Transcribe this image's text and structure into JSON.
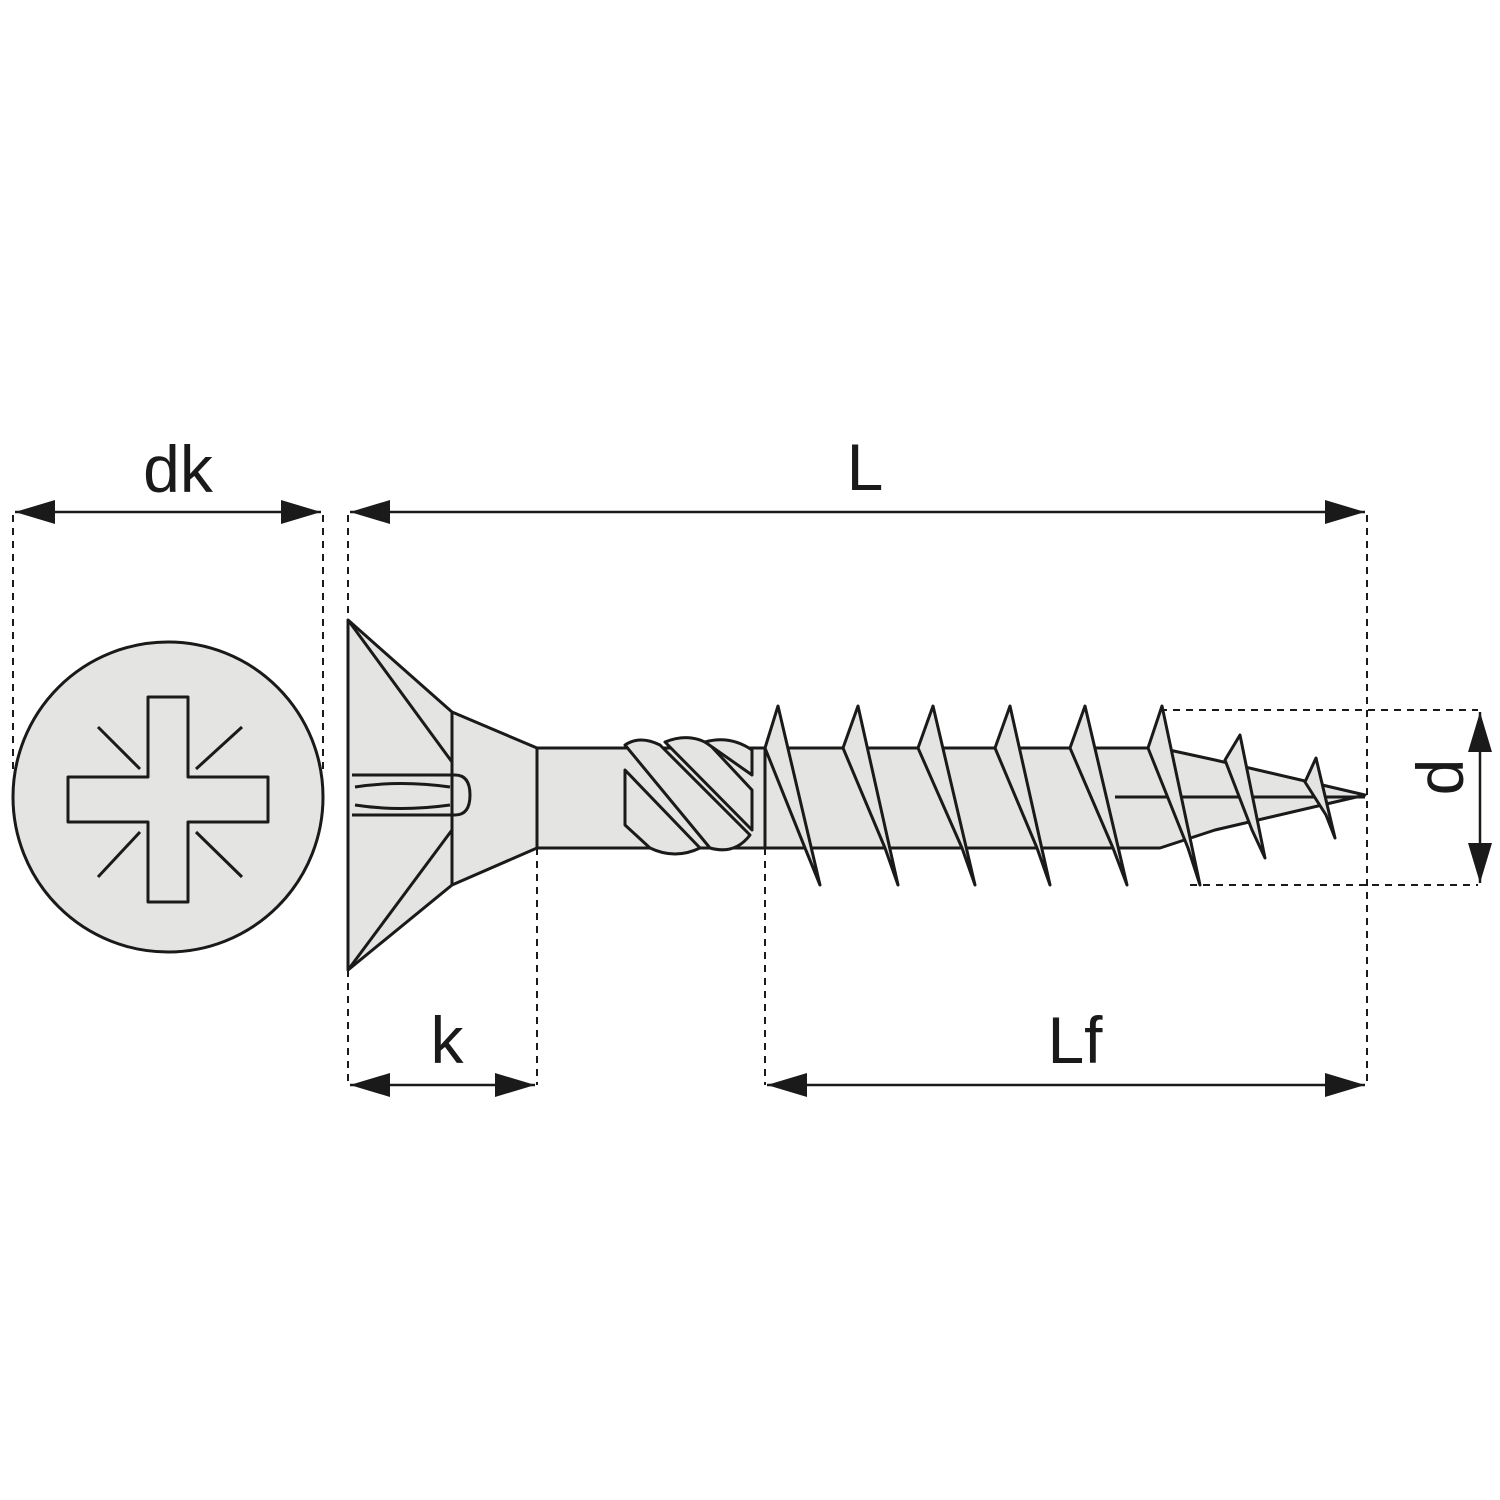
{
  "dimensions": {
    "head_diameter": "dk",
    "length": "L",
    "head_height": "k",
    "thread_length": "Lf",
    "diameter": "d"
  },
  "colors": {
    "line": "#1a1a1a",
    "metal": "#e4e4e2",
    "background": "#ffffff"
  },
  "icons": {
    "head_drive": "pozidriv-cross-icon"
  }
}
